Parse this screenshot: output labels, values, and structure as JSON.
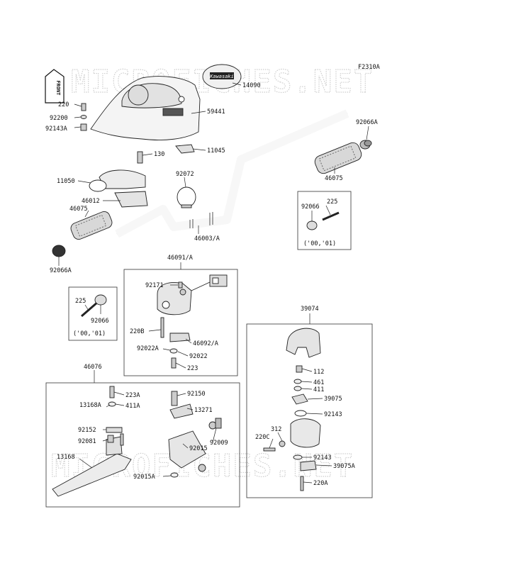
{
  "diagram": {
    "code": "F2310A",
    "watermark": "MICROFICHES.NET",
    "front_sign": "FRONT",
    "emblem_text": "Kawasaki",
    "boxes": {
      "grip_bolt_a_note": "('00,'01)",
      "grip_bolt_b_note": "('00,'01)"
    },
    "labels": {
      "p220": "220",
      "p92200": "92200",
      "p92143A": "92143A",
      "p14090": "14090",
      "p59441": "59441",
      "p130": "130",
      "p11045": "11045",
      "p11050": "11050",
      "p46012": "46012",
      "p92072": "92072",
      "p46075_left": "46075",
      "p92066A_left": "92066A",
      "p46003A": "46003/A",
      "p92066A_right": "92066A",
      "p46075_right": "46075",
      "p225_right": "225",
      "p92066_right": "92066",
      "p46091A": "46091/A",
      "p92171": "92171",
      "p220B": "220B",
      "p92022A": "92022A",
      "p46092A": "46092/A",
      "p92022": "92022",
      "p223": "223",
      "p225_left": "225",
      "p92066_left": "92066",
      "p39074": "39074",
      "p112": "112",
      "p461": "461",
      "p411": "411",
      "p39075": "39075",
      "p92143_a": "92143",
      "p312": "312",
      "p220C": "220C",
      "p92143_b": "92143",
      "p39075A": "39075A",
      "p220A": "220A",
      "p46076": "46076",
      "p223A": "223A",
      "p13168A": "13168A",
      "p411A": "411A",
      "p92152": "92152",
      "p92081": "92081",
      "p13168": "13168",
      "p92150": "92150",
      "p13271": "13271",
      "p92009": "92009",
      "p92015": "92015",
      "p92015A": "92015A"
    }
  }
}
